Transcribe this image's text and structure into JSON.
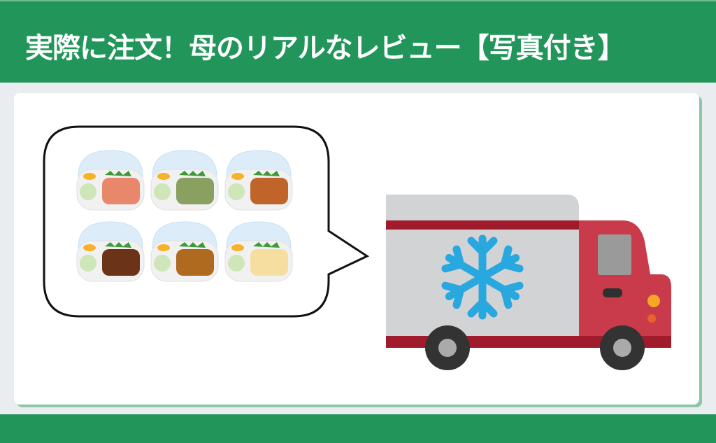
{
  "header": {
    "title": "実際に注文！母のリアルなレビュー【写真付き】"
  },
  "colors": {
    "brand_green": "#22965a",
    "truck_red": "#c93a4a",
    "snowflake_blue": "#29a8e0"
  },
  "illustration": {
    "bento_boxes": [
      "salmon",
      "stir-fry",
      "ginger-pork",
      "hamburg-steak",
      "karaage",
      "cheese-hamburg"
    ]
  }
}
